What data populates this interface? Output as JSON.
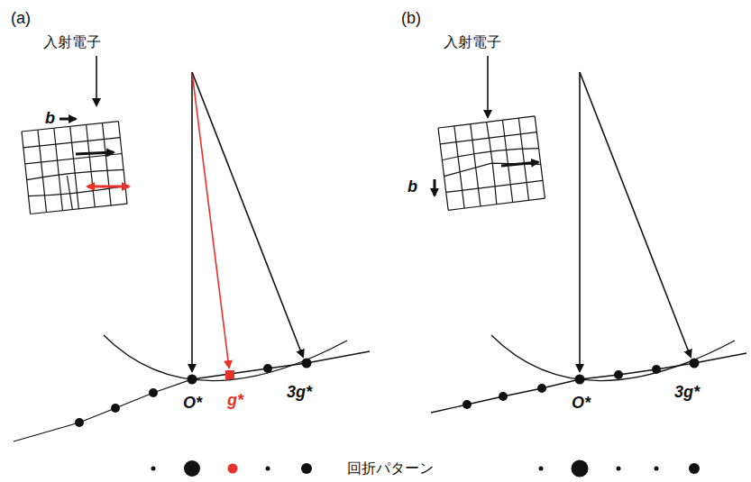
{
  "diagram": {
    "labels": [
      "(a)",
      "入射電子",
      "b",
      "O*",
      "g*",
      "3g*",
      "(b)",
      "入射電子",
      "b",
      "O*",
      "3g*",
      "回折パターン"
    ]
  }
}
